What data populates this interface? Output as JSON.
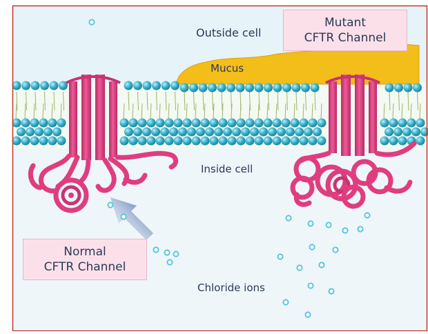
{
  "labels": {
    "outside_cell": "Outside cell",
    "mutant_line1": "Mutant",
    "mutant_line2": "CFTR Channel",
    "mucus": "Mucus",
    "inside_cell": "Inside cell",
    "normal_line1": "Normal",
    "normal_line2": "CFTR Channel",
    "chloride_ions": "Chloride ions"
  },
  "colors": {
    "frame": "#c0392b",
    "outside_bg": "#e6f3f8",
    "inside_bg": "#eef6fa",
    "bead": "#2fa9c4",
    "mucus": "#f3bd1a",
    "protein": "#df3d7f",
    "protein_dark": "#b42a64",
    "label_box": "#fbe0ea",
    "arrow": "#3e5f9b",
    "ion": "#7ad4e6"
  }
}
